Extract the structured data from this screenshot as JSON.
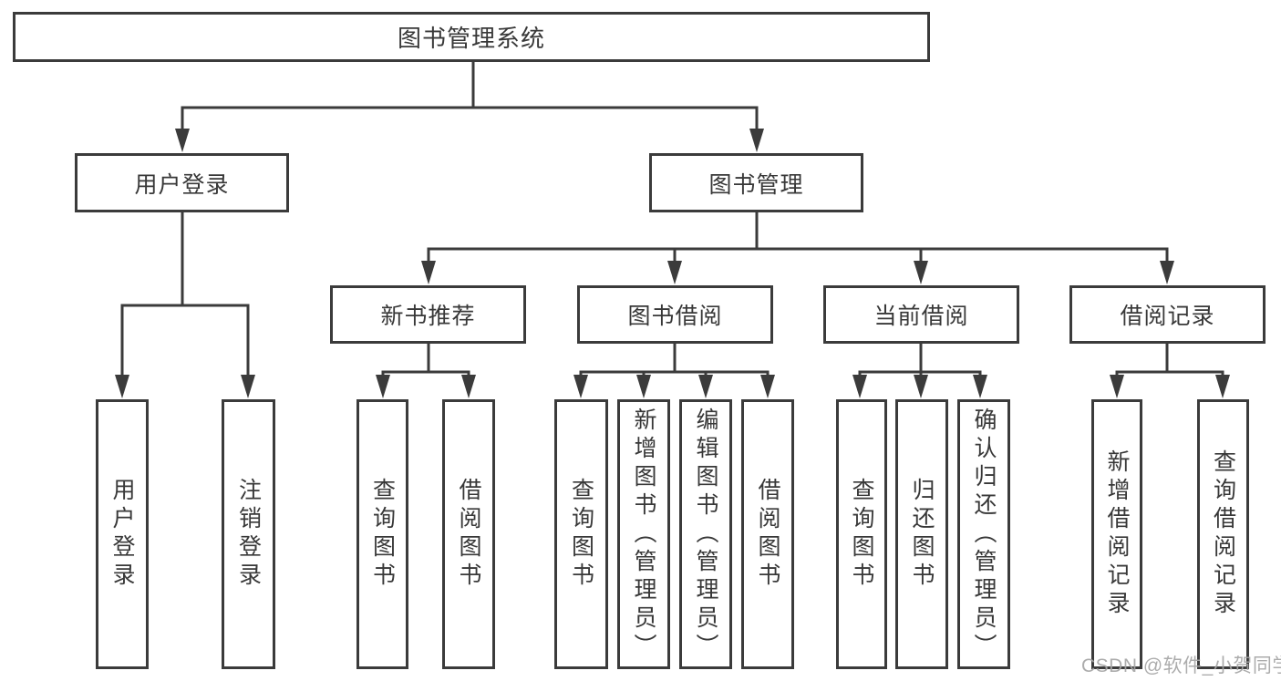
{
  "tree": {
    "root": "图书管理系统",
    "children": [
      {
        "label": "用户登录",
        "children": [
          "用户登录",
          "注销登录"
        ]
      },
      {
        "label": "图书管理",
        "children": [
          {
            "label": "新书推荐",
            "children": [
              "查询图书",
              "借阅图书"
            ]
          },
          {
            "label": "图书借阅",
            "children": [
              "查询图书",
              "新增图书（管理员）",
              "编辑图书（管理员）",
              "借阅图书"
            ]
          },
          {
            "label": "当前借阅",
            "children": [
              "查询图书",
              "归还图书",
              "确认归还（管理员）"
            ]
          },
          {
            "label": "借阅记录",
            "children": [
              "新增借阅记录",
              "查询借阅记录"
            ]
          }
        ]
      }
    ]
  },
  "watermark": "CSDN @软件_小贺同学",
  "colors": {
    "line": "#3b3b3b",
    "text": "#383838",
    "watermark": "#a6a6a6",
    "background": "#ffffff"
  }
}
